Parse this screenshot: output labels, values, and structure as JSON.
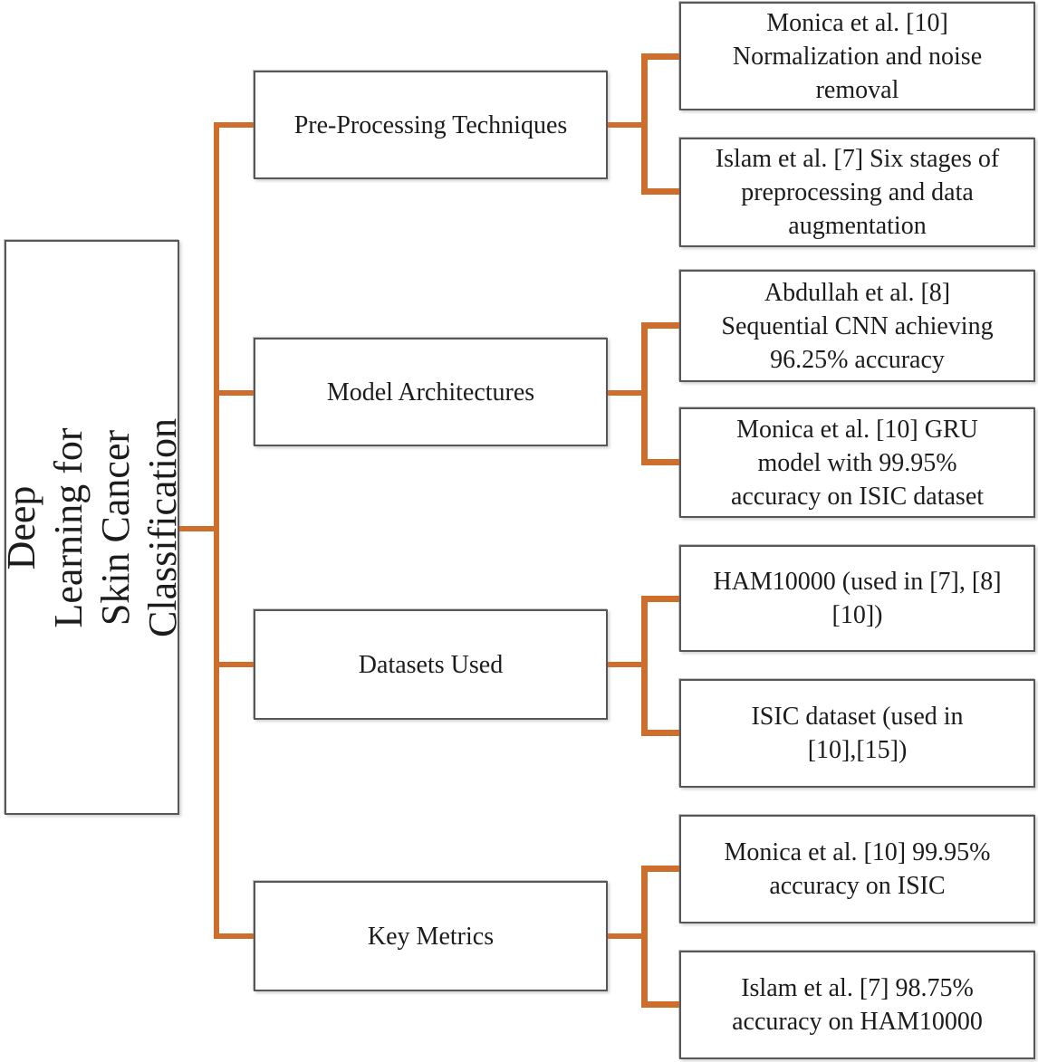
{
  "colors": {
    "accent": "#CD6E2D",
    "box_border": "#57575a",
    "text": "#1c1c1c",
    "background": "#ffffff"
  },
  "diagram": {
    "type": "hierarchy-tree",
    "root": {
      "title": "Deep Learning for Skin Cancer\nClassification"
    },
    "categories": [
      {
        "label": "Pre-Processing Techniques",
        "children": [
          {
            "text": "Monica et al. [10]\nNormalization and noise\nremoval"
          },
          {
            "text": "Islam et al. [7] Six stages of\npreprocessing and data\naugmentation"
          }
        ]
      },
      {
        "label": "Model Architectures",
        "children": [
          {
            "text": "Abdullah et al. [8]\nSequential CNN achieving\n96.25% accuracy"
          },
          {
            "text": "Monica et al. [10] GRU\nmodel with 99.95%\naccuracy on ISIC dataset"
          }
        ]
      },
      {
        "label": "Datasets Used",
        "children": [
          {
            "text": "HAM10000 (used in [7], [8]\n[10])"
          },
          {
            "text": "ISIC dataset (used in\n[10],[15])"
          }
        ]
      },
      {
        "label": "Key Metrics",
        "children": [
          {
            "text": "Monica et al. [10] 99.95%\naccuracy on ISIC"
          },
          {
            "text": "Islam et al. [7] 98.75%\naccuracy on HAM10000"
          }
        ]
      }
    ]
  }
}
